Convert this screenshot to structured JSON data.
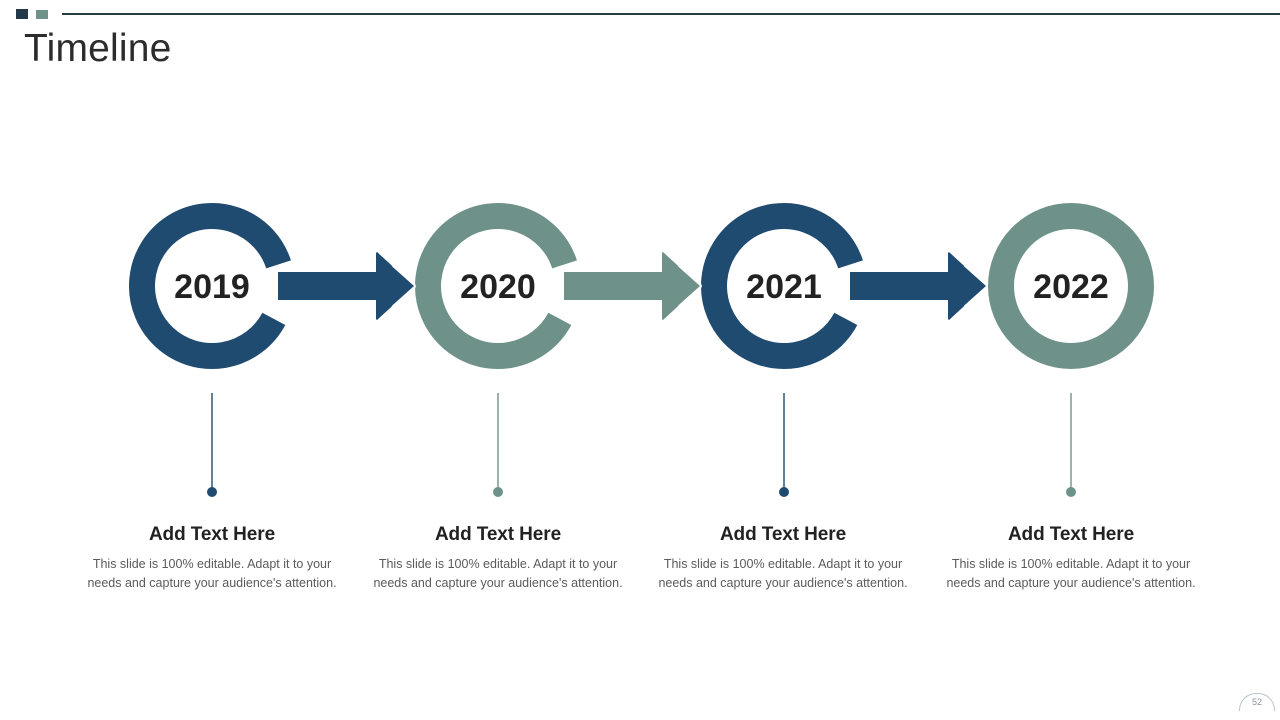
{
  "slide": {
    "title": "Timeline",
    "page_number": "52",
    "colors": {
      "navy": "#1f4b70",
      "sage": "#6e9289",
      "rule": "#2b3b44",
      "heading_text": "#222222",
      "body_text": "#5b5b5b",
      "background": "#ffffff"
    }
  },
  "header": {
    "square_1_color": "#23394a",
    "square_2_color": "#6e9289"
  },
  "milestones": [
    {
      "year": "2019",
      "color": "#1f4b70",
      "has_arrow": true,
      "heading": "Add Text Here",
      "body": "This slide is 100% editable. Adapt it to your needs and capture your audience's attention."
    },
    {
      "year": "2020",
      "color": "#6e9289",
      "has_arrow": true,
      "heading": "Add Text Here",
      "body": "This slide is 100% editable. Adapt it to your needs and capture your audience's attention."
    },
    {
      "year": "2021",
      "color": "#1f4b70",
      "has_arrow": true,
      "heading": "Add Text Here",
      "body": "This slide is 100% editable. Adapt it to your needs and capture your audience's attention."
    },
    {
      "year": "2022",
      "color": "#6e9289",
      "has_arrow": false,
      "heading": "Add Text Here",
      "body": "This slide is 100% editable. Adapt it to your needs and capture your audience's attention."
    }
  ]
}
